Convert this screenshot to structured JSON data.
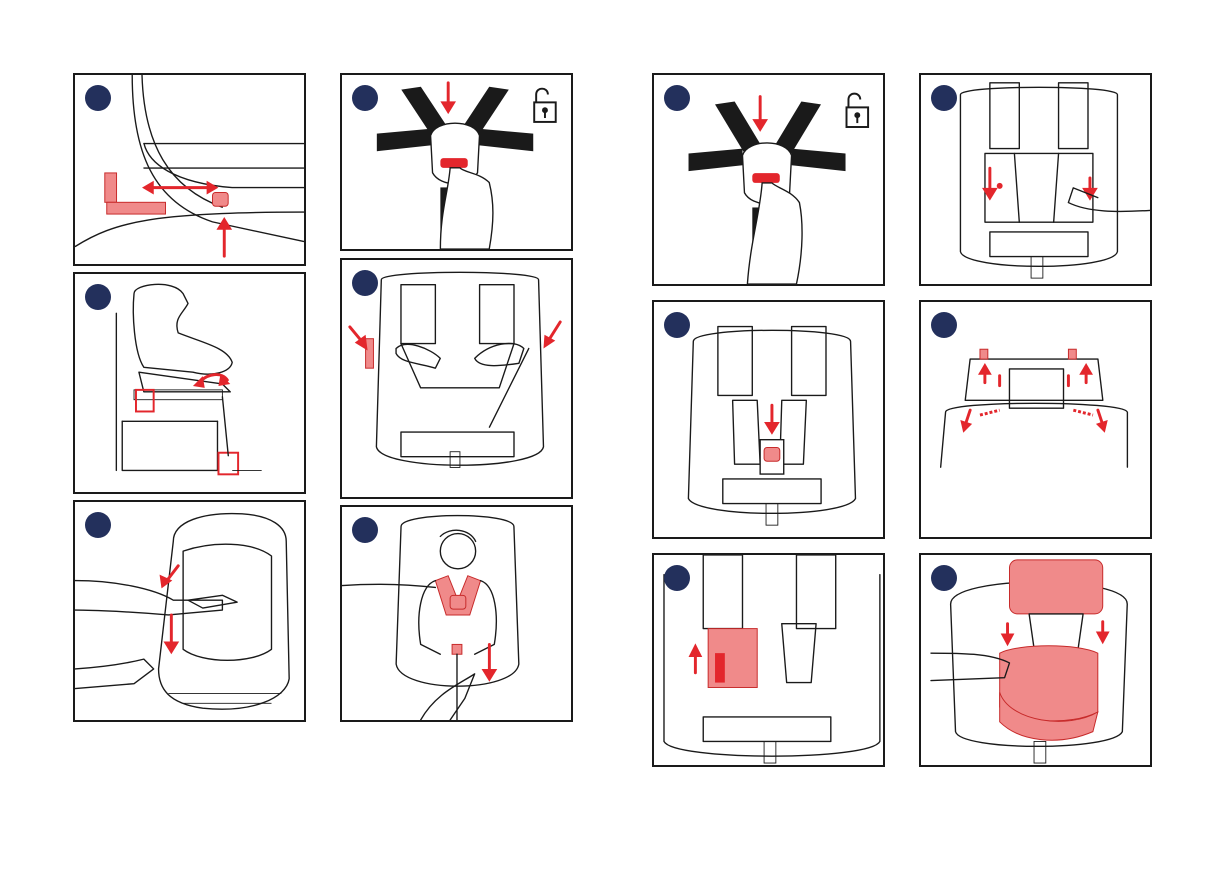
{
  "page": {
    "panels": [
      {
        "id": "p1",
        "step": "",
        "icon": null
      },
      {
        "id": "p2",
        "step": "",
        "icon": null
      },
      {
        "id": "p3",
        "step": "",
        "icon": null
      },
      {
        "id": "p4",
        "step": "",
        "icon": "unlock-icon"
      },
      {
        "id": "p5",
        "step": "",
        "icon": null
      },
      {
        "id": "p6",
        "step": "",
        "icon": null
      },
      {
        "id": "p7",
        "step": "",
        "icon": "unlock-icon"
      },
      {
        "id": "p8",
        "step": "",
        "icon": null
      },
      {
        "id": "p9",
        "step": "",
        "icon": null
      },
      {
        "id": "p10",
        "step": "",
        "icon": null
      },
      {
        "id": "p11",
        "step": "",
        "icon": null
      },
      {
        "id": "p12",
        "step": "",
        "icon": null
      }
    ]
  },
  "colors": {
    "accent_red": "#e3262c",
    "badge_navy": "#23305c",
    "line": "#1a1a1a",
    "pink_fill": "#f08a8a"
  }
}
